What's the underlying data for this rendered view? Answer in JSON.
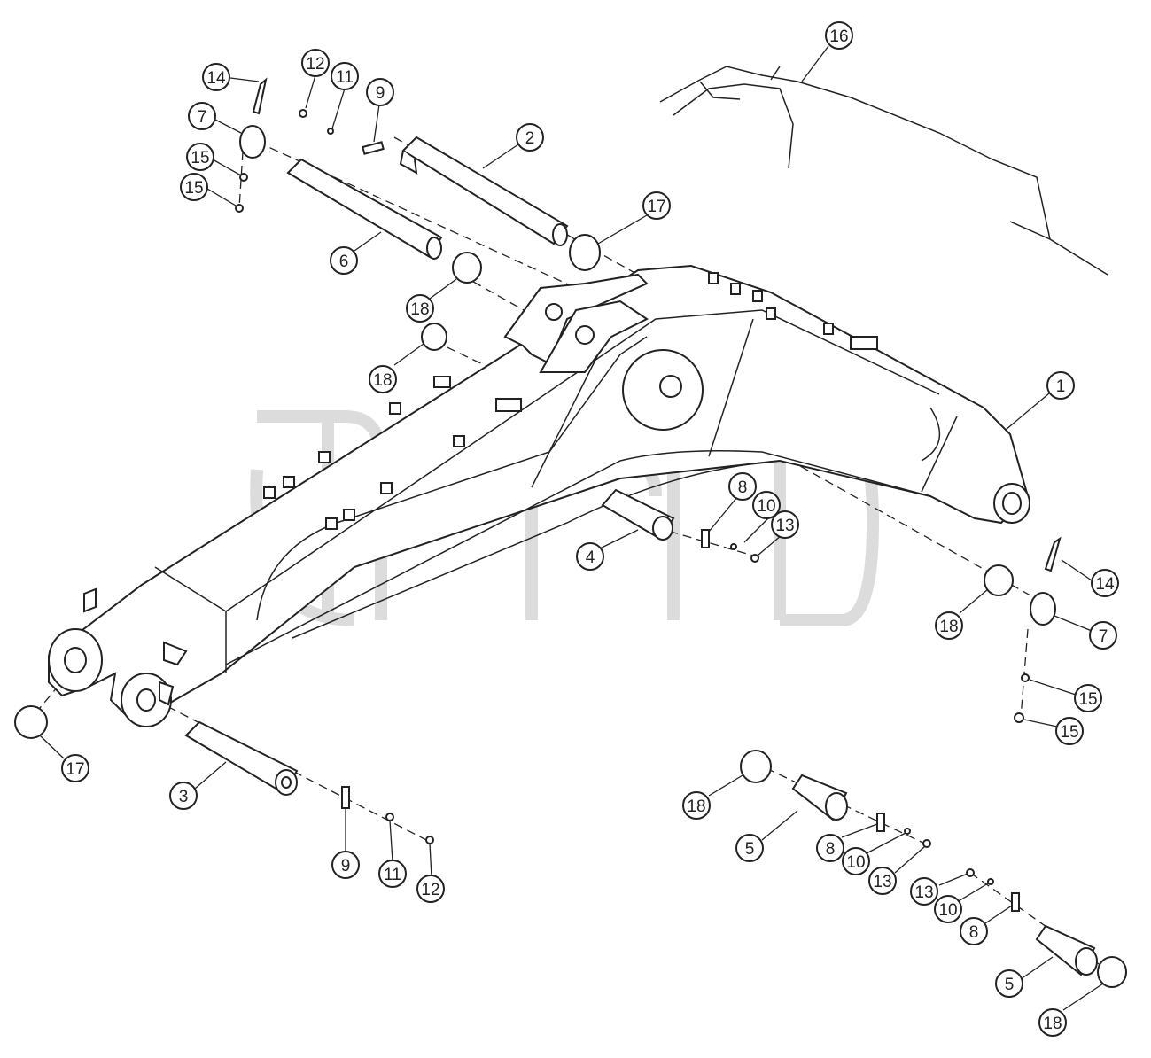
{
  "watermark": {
    "mark": "TM"
  },
  "callouts": [
    {
      "id": "c1",
      "label": "1"
    },
    {
      "id": "c2",
      "label": "2"
    },
    {
      "id": "c3",
      "label": "3"
    },
    {
      "id": "c4",
      "label": "4"
    },
    {
      "id": "c5a",
      "label": "5"
    },
    {
      "id": "c5b",
      "label": "5"
    },
    {
      "id": "c6",
      "label": "6"
    },
    {
      "id": "c7a",
      "label": "7"
    },
    {
      "id": "c7b",
      "label": "7"
    },
    {
      "id": "c8a",
      "label": "8"
    },
    {
      "id": "c8b",
      "label": "8"
    },
    {
      "id": "c8c",
      "label": "8"
    },
    {
      "id": "c9a",
      "label": "9"
    },
    {
      "id": "c9b",
      "label": "9"
    },
    {
      "id": "c10a",
      "label": "10"
    },
    {
      "id": "c10b",
      "label": "10"
    },
    {
      "id": "c10c",
      "label": "10"
    },
    {
      "id": "c11a",
      "label": "11"
    },
    {
      "id": "c11b",
      "label": "11"
    },
    {
      "id": "c12a",
      "label": "12"
    },
    {
      "id": "c12b",
      "label": "12"
    },
    {
      "id": "c13a",
      "label": "13"
    },
    {
      "id": "c13b",
      "label": "13"
    },
    {
      "id": "c13c",
      "label": "13"
    },
    {
      "id": "c14a",
      "label": "14"
    },
    {
      "id": "c14b",
      "label": "14"
    },
    {
      "id": "c15a",
      "label": "15"
    },
    {
      "id": "c15b",
      "label": "15"
    },
    {
      "id": "c15c",
      "label": "15"
    },
    {
      "id": "c15d",
      "label": "15"
    },
    {
      "id": "c16",
      "label": "16"
    },
    {
      "id": "c17a",
      "label": "17"
    },
    {
      "id": "c17b",
      "label": "17"
    },
    {
      "id": "c18a",
      "label": "18"
    },
    {
      "id": "c18b",
      "label": "18"
    },
    {
      "id": "c18c",
      "label": "18"
    },
    {
      "id": "c18d",
      "label": "18"
    },
    {
      "id": "c18e",
      "label": "18"
    }
  ]
}
